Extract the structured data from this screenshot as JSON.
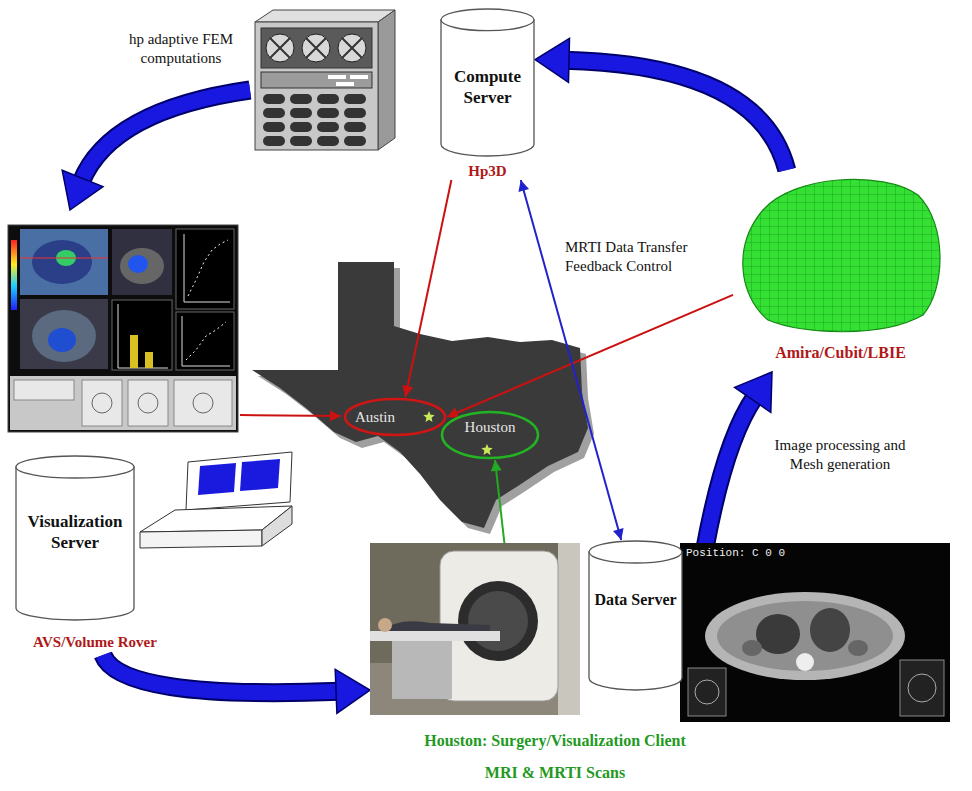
{
  "diagram": {
    "nodes": [
      {
        "text": [
          "Compute Server",
          "Hp3D"
        ]
      },
      {
        "text": [
          "Amira/Cubit/LBIE"
        ]
      },
      {
        "text": [
          "Austin"
        ]
      },
      {
        "text": [
          "Houston"
        ]
      },
      {
        "text": [
          "Visualization Server",
          "AVS/Volume Rover"
        ]
      },
      {
        "text": [
          "Data Server"
        ]
      },
      {
        "text": [
          "Houston: Surgery/Visualization Client",
          "MRI & MRTI Scans"
        ]
      }
    ],
    "edges": [
      {
        "from": 0,
        "to": 2,
        "arrow": "to"
      },
      {
        "from": 1,
        "to": 2,
        "arrow": "to"
      },
      {
        "from": 0,
        "to": 5,
        "label": "MRTI Data Transfer Feedback Control",
        "arrow": "both"
      },
      {
        "from": 6,
        "to": 3,
        "arrow": "to"
      },
      {
        "from": 1,
        "to": 0,
        "arrow": "to"
      },
      {
        "from": 4,
        "to": 6,
        "arrow": "to"
      }
    ],
    "labels": [
      "hp adaptive FEM computations",
      "Image processing and Mesh generation",
      "Position: C 0 0"
    ]
  }
}
